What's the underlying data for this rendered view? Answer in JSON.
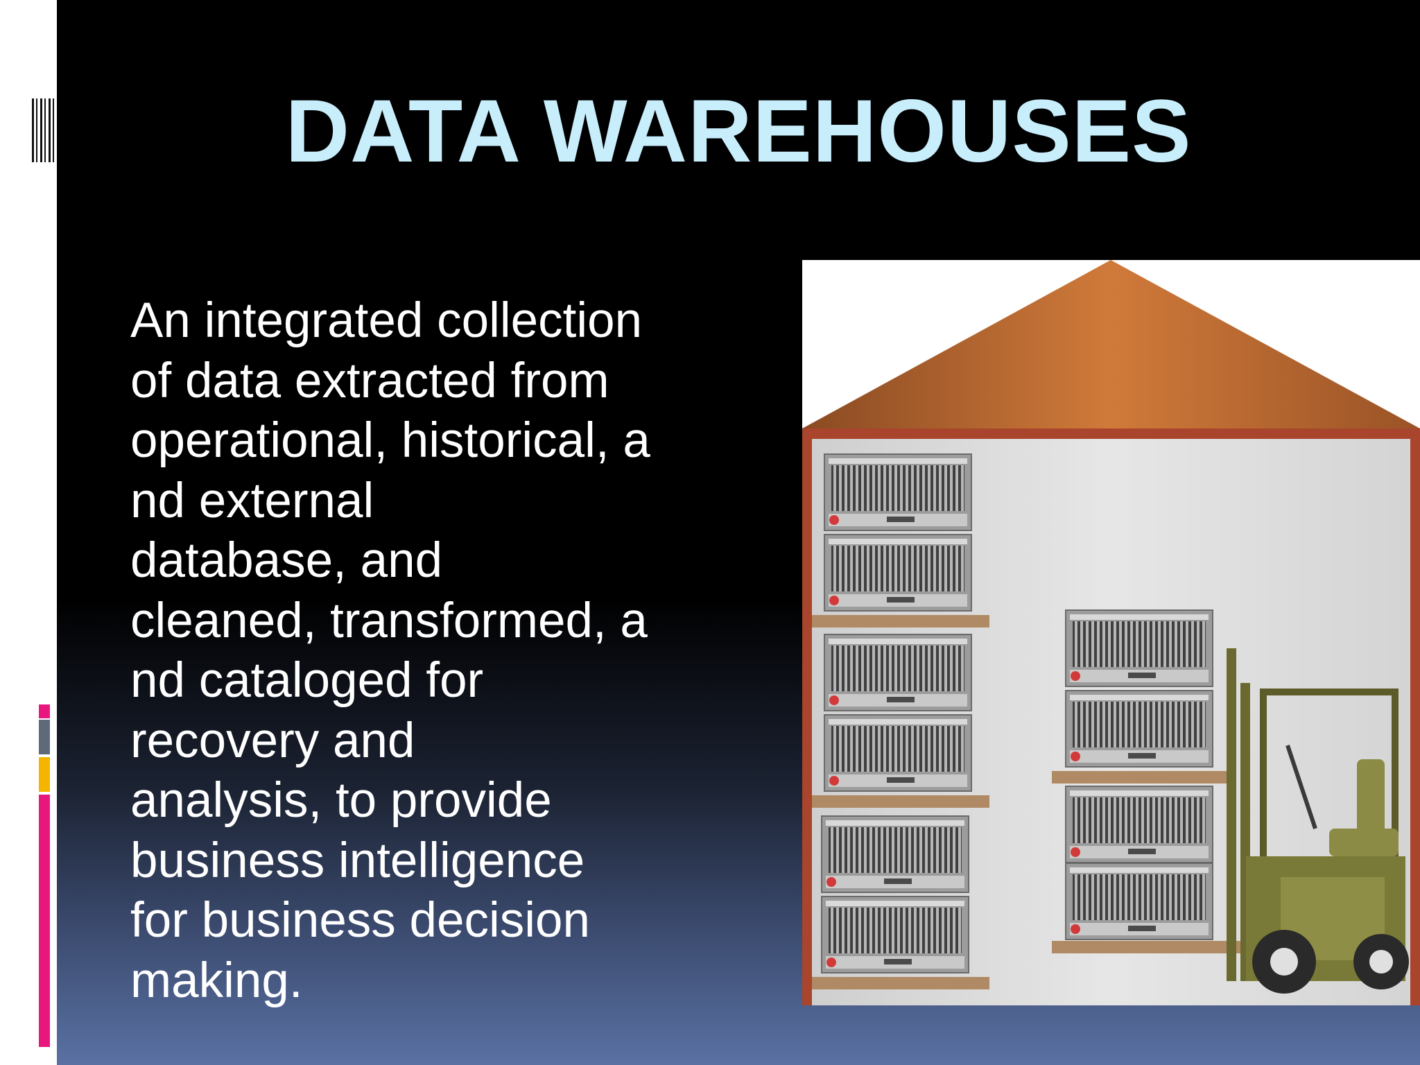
{
  "slide": {
    "title": "DATA WAREHOUSES",
    "body": "An integrated collection\nof data extracted from\noperational, historical, a\nnd external\ndatabase, and\ncleaned, transformed, a\nnd cataloged for\nrecovery and\nanalysis, to provide\nbusiness intelligence\nfor business decision\nmaking."
  },
  "colors": {
    "title": "#c8eefc",
    "body_text": "#ffffff",
    "background_top": "#000000",
    "background_bottom": "#5a71a3",
    "roof": "#b8602a",
    "wall": "#d8d8d8",
    "shelf": "#b08a64",
    "forklift": "#7a7a38",
    "accent_pink": "#e8177e",
    "accent_gray": "#5f6a78",
    "accent_yellow": "#f5b400"
  },
  "icons": {
    "decoration": "barcode-icon",
    "illustration": "warehouse-illustration",
    "server": "server-rack-icon",
    "vehicle": "forklift-icon"
  }
}
